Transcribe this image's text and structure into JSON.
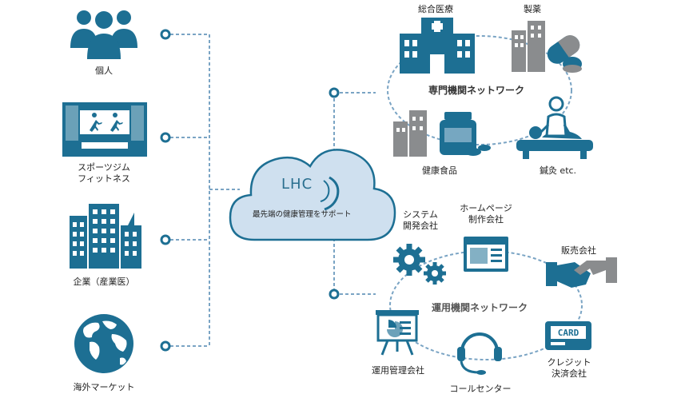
{
  "left": {
    "individual": "個人",
    "sports_gym": "スポーツジム",
    "fitness": "フィットネス",
    "company": "企業（産業医）",
    "overseas": "海外マーケット"
  },
  "cloud": {
    "title": "LHC",
    "subtitle": "最先端の健康管理をサポート"
  },
  "specialist": {
    "network_label": "専門機関ネットワーク",
    "hospital": "総合医療",
    "pharma": "製薬",
    "health_food": "健康食品",
    "acupuncture": "鍼灸 etc."
  },
  "operations": {
    "network_label": "運用機関ネットワーク",
    "system_dev_1": "システム",
    "system_dev_2": "開発会社",
    "homepage_1": "ホームページ",
    "homepage_2": "制作会社",
    "sales": "販売会社",
    "ops_mgmt": "運用管理会社",
    "credit_1": "クレジット",
    "credit_2": "決済会社",
    "call_center": "コールセンター",
    "card_text": "CARD"
  },
  "colors": {
    "primary": "#1d6f93",
    "cloud_fill": "#cfe0ef",
    "gray": "#8a8c8e",
    "dot_line": "#7aa4c4"
  }
}
